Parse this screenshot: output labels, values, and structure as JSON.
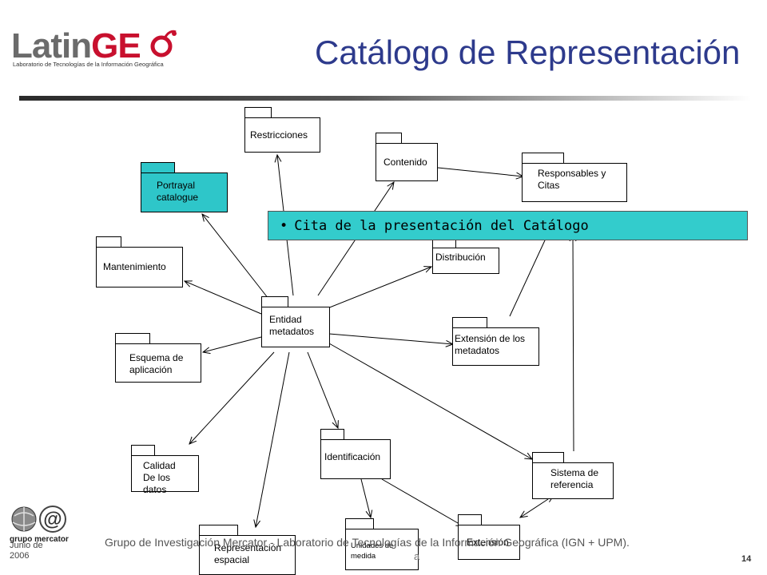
{
  "header": {
    "logo_text_latin": "Latin",
    "logo_text_geo": "GE",
    "logo_subtitle": "Laboratorio de Tecnologías de la Información Geográfica",
    "title": "Catálogo de Representación"
  },
  "colors": {
    "title": "#2d3a8c",
    "banner": "#33cccc",
    "teal_package": "#2ec6c9",
    "logo_red": "#c8102e"
  },
  "diagram": {
    "packages": [
      {
        "id": "restricciones",
        "label": "Restricciones",
        "teal": false
      },
      {
        "id": "contenido",
        "label": "Contenido",
        "teal": false
      },
      {
        "id": "responsables",
        "label": "Responsables y\n  Citas",
        "teal": false
      },
      {
        "id": "portrayal",
        "label": "Portrayal\ncatalogue",
        "teal": true
      },
      {
        "id": "mantenimiento",
        "label": "Mantenimiento",
        "teal": false
      },
      {
        "id": "distribucion",
        "label": "Distribución",
        "teal": false
      },
      {
        "id": "entidad",
        "label": "Entidad\nmetadatos",
        "teal": false
      },
      {
        "id": "extension-metadatos",
        "label": "Extensión de los\nmetadatos",
        "teal": false
      },
      {
        "id": "esquema",
        "label": "Esquema de\naplicación",
        "teal": false
      },
      {
        "id": "identificacion",
        "label": "Identificación",
        "teal": false
      },
      {
        "id": "sistema",
        "label": "Sistema de\nreferencia",
        "teal": false
      },
      {
        "id": "calidad",
        "label": "Calidad\nDe los datos",
        "teal": false
      },
      {
        "id": "unidades",
        "label": "Unidades de\nmedida",
        "teal": false
      },
      {
        "id": "extension",
        "label": "Extensión",
        "teal": false
      },
      {
        "id": "representacion",
        "label": "Representación\nespacial",
        "teal": false
      }
    ]
  },
  "banner": {
    "bullet": "•",
    "text": "Cita de la presentación del  Catálogo"
  },
  "footer": {
    "date": "Junio de\n2006",
    "text": "Grupo de Investigación Mercator - Laboratorio de Tecnologías de la Información Geográfica (IGN + UPM).",
    "fragment": "a",
    "page": "14",
    "logo_text": "grupo mercator"
  }
}
